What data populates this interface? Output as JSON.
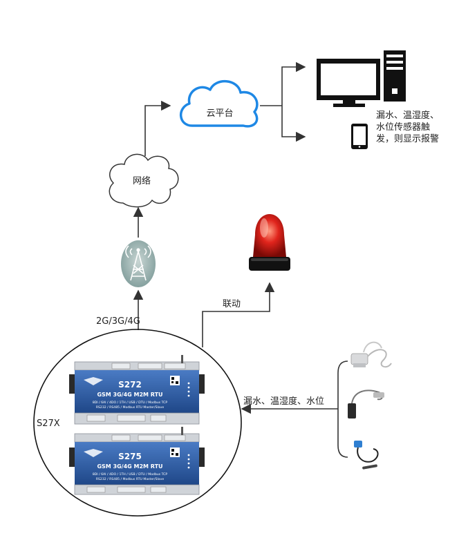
{
  "nodes": {
    "cloud_platform": "云平台",
    "network": "网络",
    "device_group": "S27X"
  },
  "edges": {
    "cellular": "2G/3G/4G",
    "linkage": "联动",
    "sensors": "漏水、温湿度、水位"
  },
  "alarm_note": "漏水、温湿度、水位传感器触发，则显示报警",
  "devices": [
    {
      "model": "S272",
      "title": "GSM 3G/4G M2M RTU",
      "features": "8DI / 6AI / 4DO / 1TH / USB / DTU / Modbus TCP",
      "features2": "RS232 / RS485 / Modbus RTU Master/Slave"
    },
    {
      "model": "S275",
      "title": "GSM 3G/4G M2M RTU",
      "features": "8DI / 6AI / 4DO / 1TH / USB / DTU / Modbus TCP",
      "features2": "RS232 / RS485 / Modbus RTU Master/Slave"
    }
  ],
  "colors": {
    "cloud_outline": "#1E88E5",
    "device_body": "#2F5FA8",
    "alarm_red": "#E0241C",
    "line": "#333333"
  },
  "icons": [
    "tower-icon",
    "cloud-icon",
    "monitor-icon",
    "phone-icon",
    "alarm-light-icon",
    "sensor-icon"
  ]
}
